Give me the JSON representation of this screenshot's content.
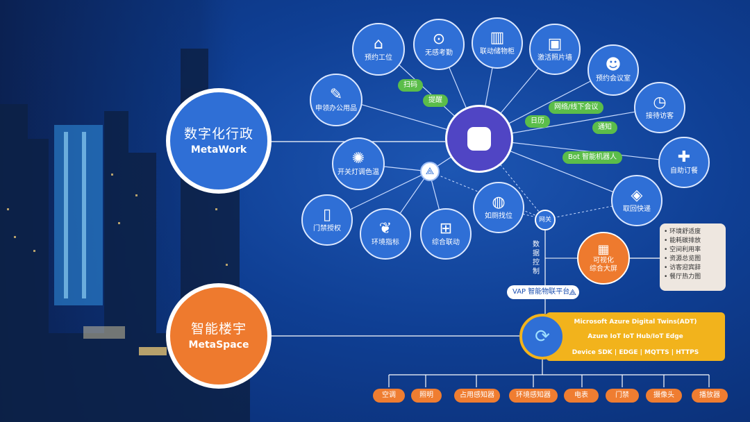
{
  "hero": {
    "metawork": {
      "cn": "数字化行政",
      "en": "MetaWork"
    },
    "metaspace": {
      "cn": "智能楼宇",
      "en": "MetaSpace"
    }
  },
  "services": [
    {
      "id": "reserve-seat",
      "label": "预约工位",
      "icon": "chair-icon",
      "glyph": "⌂"
    },
    {
      "id": "attendance",
      "label": "无感考勤",
      "icon": "location-pin-icon",
      "glyph": "⊙"
    },
    {
      "id": "locker",
      "label": "联动储物柜",
      "icon": "locker-icon",
      "glyph": "▥"
    },
    {
      "id": "photo-wall",
      "label": "激活照片墙",
      "icon": "photo-icon",
      "glyph": "▣"
    },
    {
      "id": "meeting-room",
      "label": "预约会议室",
      "icon": "group-icon",
      "glyph": "☻"
    },
    {
      "id": "office-supply",
      "label": "申领办公用品",
      "icon": "ruler-icon",
      "glyph": "✎"
    },
    {
      "id": "visitor",
      "label": "接待访客",
      "icon": "visitor-icon",
      "glyph": "◷"
    },
    {
      "id": "light",
      "label": "开关灯调色温",
      "icon": "bulb-icon",
      "glyph": "✺"
    },
    {
      "id": "ordering",
      "label": "自助订餐",
      "icon": "utensils-icon",
      "glyph": "✚"
    },
    {
      "id": "toilet",
      "label": "如厕找位",
      "icon": "toilet-icon",
      "glyph": "◍"
    },
    {
      "id": "parcel",
      "label": "取回快递",
      "icon": "box-icon",
      "glyph": "◈"
    },
    {
      "id": "door",
      "label": "门禁授权",
      "icon": "door-icon",
      "glyph": "▯"
    },
    {
      "id": "environment",
      "label": "环境指标",
      "icon": "leaf-icon",
      "glyph": "❦"
    },
    {
      "id": "linkage",
      "label": "综合联动",
      "icon": "panel-icon",
      "glyph": "⊞"
    }
  ],
  "tags": [
    "扫码",
    "提醒",
    "网络/线下会议",
    "日历",
    "通知",
    "Bot 智能机器人"
  ],
  "gateway": "网关",
  "data_control": "数据控制",
  "dashboard": {
    "line1": "可视化",
    "line2": "综合大屏",
    "icon": "bar-chart-icon"
  },
  "dashboard_items": [
    "• 环境舒适度",
    "• 能耗碳排放",
    "• 空间利用率",
    "• 资源总览图",
    "• 访客迎宾辞",
    "• 餐厅热力图"
  ],
  "vap": "VAP 智能物联平台",
  "azure_lines": [
    "Microsoft Azure Digital Twins(ADT)",
    "Azure IoT IoT Hub/IoT Edge",
    "Device SDK  |  EDGE  |  MQTTS  |  HTTPS"
  ],
  "devices": [
    "空调",
    "照明",
    "占用感知器",
    "环境感知器",
    "电表",
    "门禁",
    "摄像头",
    "播放器"
  ]
}
